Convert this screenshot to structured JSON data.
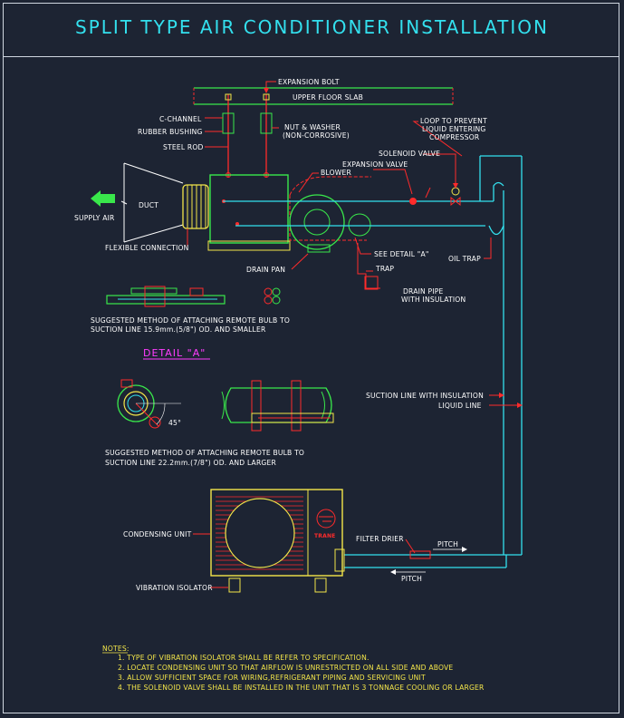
{
  "title": "SPLIT TYPE AIR CONDITIONER INSTALLATION",
  "labels": {
    "expansion_bolt": "EXPANSION BOLT",
    "upper_floor_slab": "UPPER FLOOR SLAB",
    "c_channel": "C-CHANNEL",
    "rubber_bushing": "RUBBER BUSHING",
    "steel_rod": "STEEL ROD",
    "nut_washer_1": "NUT & WASHER",
    "nut_washer_2": "(NON-CORROSIVE)",
    "loop_1": "LOOP TO PREVENT",
    "loop_2": "LIQUID ENTERING",
    "loop_3": "COMPRESSOR",
    "solenoid_valve": "SOLENOID VALVE",
    "expansion_valve": "EXPANSION VALVE",
    "blower": "BLOWER",
    "duct": "DUCT",
    "supply_air": "SUPPLY AIR",
    "flexible_connection": "FLEXIBLE CONNECTION",
    "drain_pan": "DRAIN PAN",
    "see_detail": "SEE DETAIL \"A\"",
    "oil_trap": "OIL TRAP",
    "trap": "TRAP",
    "drain_pipe_1": "DRAIN PIPE",
    "drain_pipe_2": "WITH INSULATION",
    "suggest_small_1": "SUGGESTED METHOD OF ATTACHING REMOTE BULB TO",
    "suggest_small_2": "SUCTION LINE 15.9mm.(5/8\") OD. AND SMALLER",
    "detail_a": "DETAIL \"A\"",
    "suction_line": "SUCTION LINE WITH INSULATION",
    "liquid_line": "LIQUID LINE",
    "angle": "45°",
    "suggest_large_1": "SUGGESTED METHOD OF ATTACHING REMOTE BULB TO",
    "suggest_large_2": "SUCTION LINE 22.2mm.(7/8\") OD. AND LARGER",
    "condensing_unit": "CONDENSING UNIT",
    "brand": "TRANE",
    "filter_drier": "FILTER DRIER",
    "pitch_top": "PITCH",
    "pitch_bottom": "PITCH",
    "vibration_isolator": "VIBRATION ISOLATOR"
  },
  "notes": {
    "heading": "NOTES:",
    "items": [
      "1. TYPE OF VIBRATION ISOLATOR SHALL BE REFER TO SPECIFICATION.",
      "2. LOCATE CONDENSING UNIT SO THAT AIRFLOW IS UNRESTRICTED ON ALL SIDE AND ABOVE",
      "3. ALLOW SUFFICIENT SPACE FOR WIRING,REFRIGERANT PIPING AND SERVICING UNIT",
      "4. THE SOLENOID VALVE SHALL BE INSTALLED IN THE UNIT THAT IS 3 TONNAGE COOLING OR LARGER"
    ]
  },
  "colors": {
    "background": "#1d2433",
    "title": "#33e0ee",
    "pipe": "#33e0ee",
    "equipment": "#39e84b",
    "leader": "#ff2b2b",
    "unit": "#f4e64a",
    "detail_heading": "#ff3cff"
  }
}
